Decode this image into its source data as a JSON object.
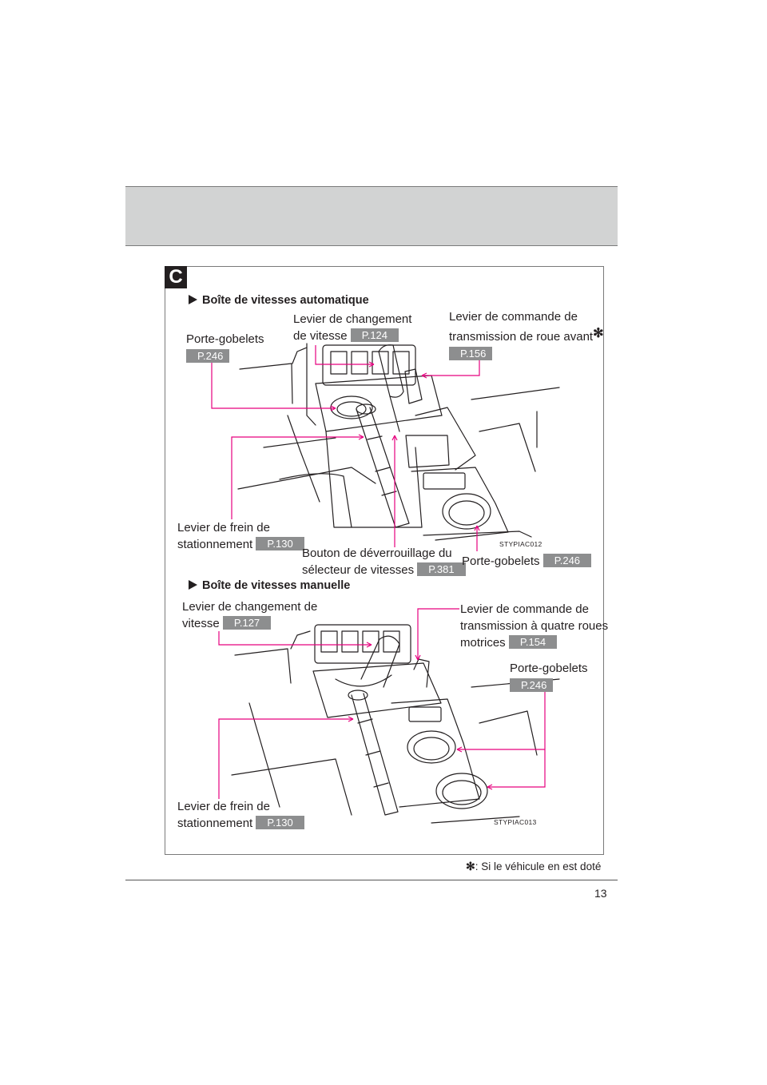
{
  "section_letter": "C",
  "automatic": {
    "heading": "Boîte de vitesses automatique",
    "shift_lever": {
      "line1": "Levier de changement",
      "line2": "de vitesse",
      "page": "P.124"
    },
    "cup_holders_left": {
      "label": "Porte-gobelets",
      "page": "P.246"
    },
    "front_drive_lever": {
      "line1": "Levier de commande de",
      "line2": "transmission de roue avant",
      "asterisk": "✻",
      "page": "P.156"
    },
    "parking_brake": {
      "line1": "Levier de frein de",
      "line2": "stationnement",
      "page": "P.130"
    },
    "shift_lock": {
      "line1": "Bouton de déverrouillage du",
      "line2": "sélecteur de vitesses",
      "page": "P.381"
    },
    "cup_holders_right": {
      "label": "Porte-gobelets",
      "page": "P.246"
    },
    "image_code": "STYPIAC012"
  },
  "manual": {
    "heading": "Boîte de vitesses manuelle",
    "shift_lever": {
      "line1": "Levier de changement de",
      "line2": "vitesse",
      "page": "P.127"
    },
    "four_wd_lever": {
      "line1": "Levier de commande de",
      "line2": "transmission à quatre roues",
      "line3": "motrices",
      "page": "P.154"
    },
    "cup_holders": {
      "label": "Porte-gobelets",
      "page": "P.246"
    },
    "parking_brake": {
      "line1": "Levier de frein de",
      "line2": "stationnement",
      "page": "P.130"
    },
    "image_code": "STYPIAC013"
  },
  "footnote": {
    "asterisk": "✻",
    "text": ": Si le véhicule en est doté"
  },
  "page_number": "13",
  "colors": {
    "callout_line": "#e6007e",
    "badge": "#8d8e8f",
    "header_band": "#d2d3d3"
  }
}
